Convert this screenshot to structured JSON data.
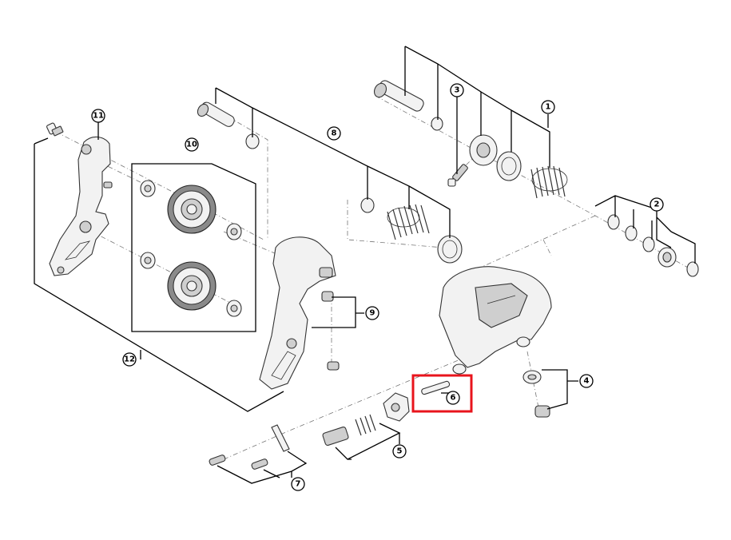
{
  "diagram": {
    "callouts": [
      {
        "id": "callout-1",
        "label": "1"
      },
      {
        "id": "callout-2",
        "label": "2"
      },
      {
        "id": "callout-3",
        "label": "3"
      },
      {
        "id": "callout-4",
        "label": "4"
      },
      {
        "id": "callout-5",
        "label": "5"
      },
      {
        "id": "callout-6",
        "label": "6"
      },
      {
        "id": "callout-7",
        "label": "7"
      },
      {
        "id": "callout-8",
        "label": "8"
      },
      {
        "id": "callout-9",
        "label": "9"
      },
      {
        "id": "callout-10",
        "label": "10"
      },
      {
        "id": "callout-11",
        "label": "11"
      },
      {
        "id": "callout-12",
        "label": "12"
      }
    ],
    "highlight_color": "#e8141c",
    "line_color": "#000000"
  }
}
